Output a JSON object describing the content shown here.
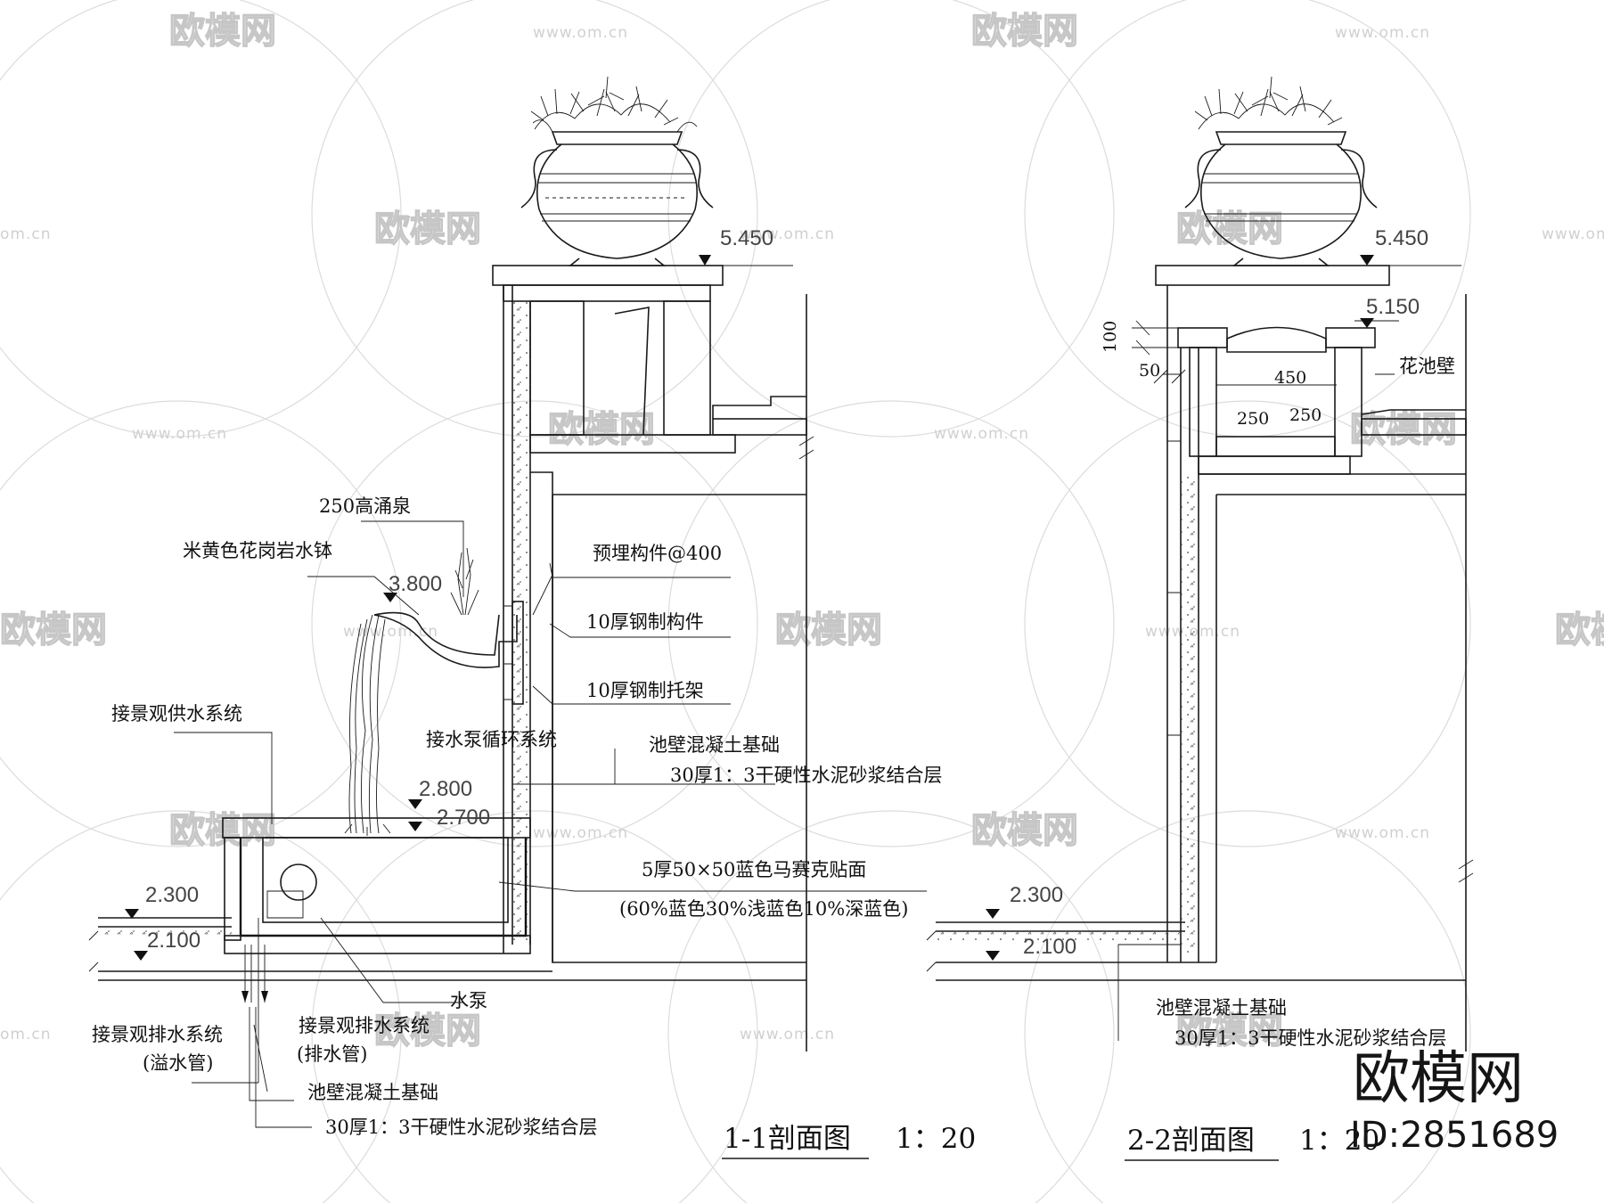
{
  "watermark": {
    "brand_text": "欧模网",
    "url_text": "www.om.cn",
    "url_text_short": "om.cn"
  },
  "branding": {
    "logo_text": "欧模网",
    "id_text": "ID:2851689"
  },
  "section_1": {
    "title": "1-1剖面图",
    "scale": "1：20",
    "elevations": {
      "top": "5.450",
      "spout": "3.800",
      "pool_water": "2.800",
      "pool_top": "2.700",
      "ground": "2.300",
      "base": "2.100"
    },
    "labels": {
      "fountain": "250高涌泉",
      "granite_bowl": "米黄色花岗岩水钵",
      "embedded_part": "预埋构件@400",
      "steel_member": "10厚钢制构件",
      "steel_bracket": "10厚钢制托架",
      "water_supply": "接景观供水系统",
      "pump_circulation": "接水泵循环系统",
      "wall_foundation": "池壁混凝土基础",
      "mortar_layer": "30厚1：3干硬性水泥砂浆结合层",
      "mosaic": "5厚50×50蓝色马赛克贴面",
      "mosaic_mix": "(60%蓝色30%浅蓝色10%深蓝色)",
      "pump": "水泵",
      "overflow_system": "接景观排水系统",
      "overflow_pipe": "(溢水管)",
      "drain_system": "接景观排水系统",
      "drain_pipe": "(排水管)",
      "wall_foundation_2": "池壁混凝土基础",
      "mortar_layer_2": "30厚1：3干硬性水泥砂浆结合层"
    }
  },
  "section_2": {
    "title": "2-2剖面图",
    "scale": "1：20",
    "elevations": {
      "top": "5.450",
      "planter": "5.150",
      "ground": "2.300",
      "base": "2.100"
    },
    "dimensions": {
      "height_100": "100",
      "width_50": "50",
      "width_450": "450",
      "width_250_left": "250",
      "width_250_right": "250"
    },
    "labels": {
      "planter_wall": "花池壁",
      "wall_foundation": "池壁混凝土基础",
      "mortar_layer": "30厚1：3干硬性水泥砂浆结合层"
    }
  }
}
